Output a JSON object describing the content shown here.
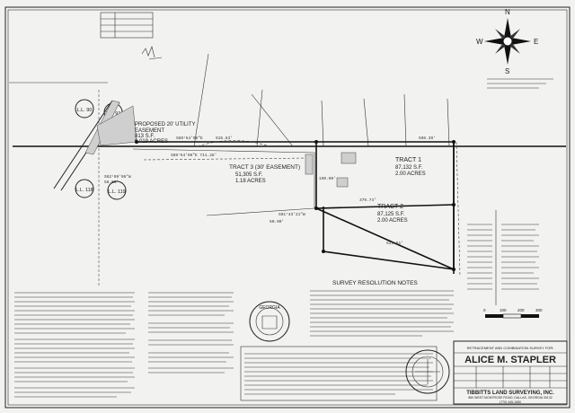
{
  "north": {
    "n": "N",
    "e": "E",
    "s": "S",
    "w": "W"
  },
  "lot_labels": {
    "ll90": "L.L. 90",
    "ll91": "L.L. 91",
    "ll118": "L.L. 118",
    "ll119": "L.L. 119"
  },
  "easement": {
    "line1": "PROPOSED 20' UTILITY",
    "line2": "EASEMENT",
    "line3": "813 S.F.",
    "line4": "0.019 ACRES"
  },
  "tract1": {
    "line1": "TRACT 1",
    "line2": "87,132 S.F.",
    "line3": "2.00 ACRES"
  },
  "tract2": {
    "line1": "TRACT 2",
    "line2": "87,125 S.F.",
    "line3": "2.00 ACRES"
  },
  "tract3": {
    "line1": "TRACT 3 (30' EASEMENT)",
    "line2": "51,305 S.F.",
    "line3": "1.18 ACRES"
  },
  "bearings": {
    "b1": "S89°54'06\"E",
    "b2": "915.63'",
    "b3": "506.39'",
    "b4": "S89°54'06\"E 711.28'",
    "b5": "S62°09'06\"W",
    "b6": "58.63'",
    "b7": "379.74'",
    "b8": "521.51'",
    "b9": "190.00'",
    "b10": "50.00'",
    "b11": "S61°43'21\"W"
  },
  "notes_title": "SURVEY RESOLUTION NOTES",
  "surveyor": {
    "for_label": "RETRACEMENT AND COMBINATION SURVEY FOR:",
    "client": "ALICE M. STAPLER",
    "company": "TIBBITTS LAND SURVEYING, INC.",
    "address": "860 WEST MONTROSE ROAD, DALLAS, GEORGIA 30132",
    "phone": "(770) 445-1550"
  },
  "scale": {
    "s0": "0",
    "s1": "100",
    "s2": "200",
    "s3": "300"
  },
  "seal_text": "GEORGIA"
}
